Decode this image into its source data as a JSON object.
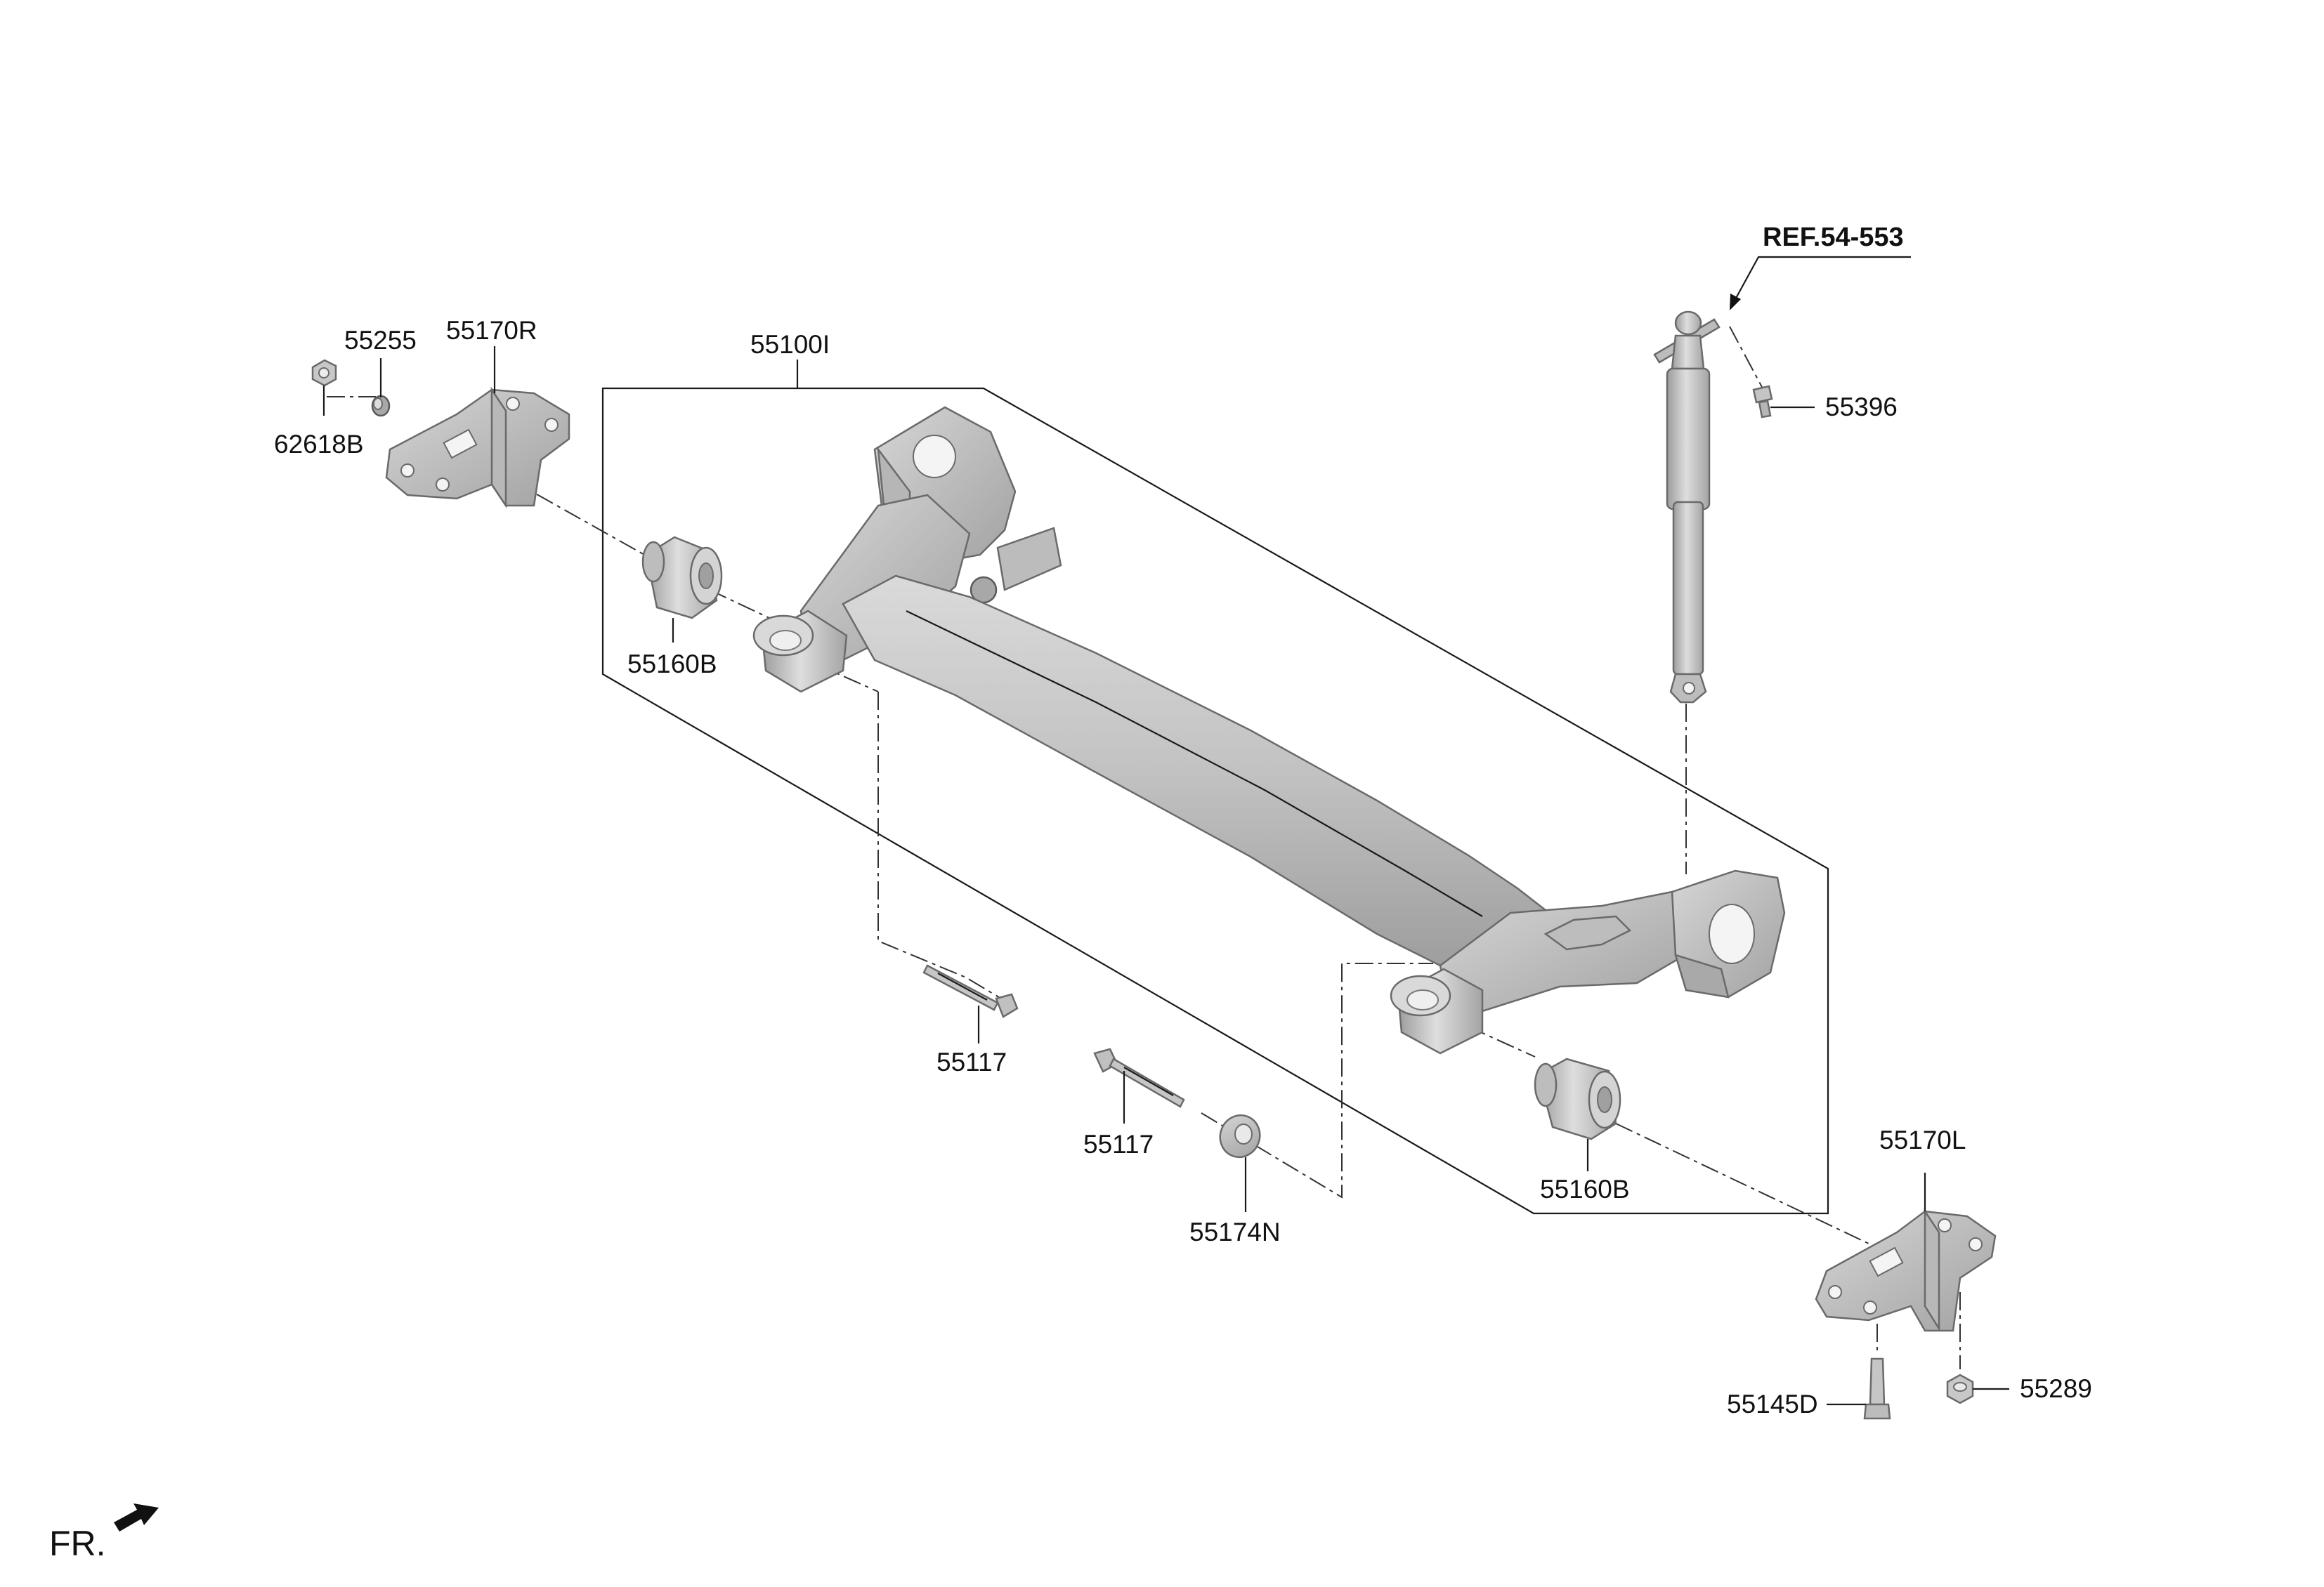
{
  "diagram": {
    "reference_label": "REF.54-553",
    "front_indicator": "FR.",
    "part_labels": {
      "p55100I": "55100I",
      "p55170R": "55170R",
      "p55255": "55255",
      "p62618B": "62618B",
      "p55160B_left": "55160B",
      "p55396": "55396",
      "p55117_upper": "55117",
      "p55117_lower": "55117",
      "p55174N": "55174N",
      "p55160B_right": "55160B",
      "p55170L": "55170L",
      "p55145D": "55145D",
      "p55289": "55289"
    }
  },
  "colors": {
    "part_fill": "#c4c4c4",
    "part_shade": "#a8a8a8",
    "line": "#1a1a1a",
    "background": "#ffffff"
  }
}
